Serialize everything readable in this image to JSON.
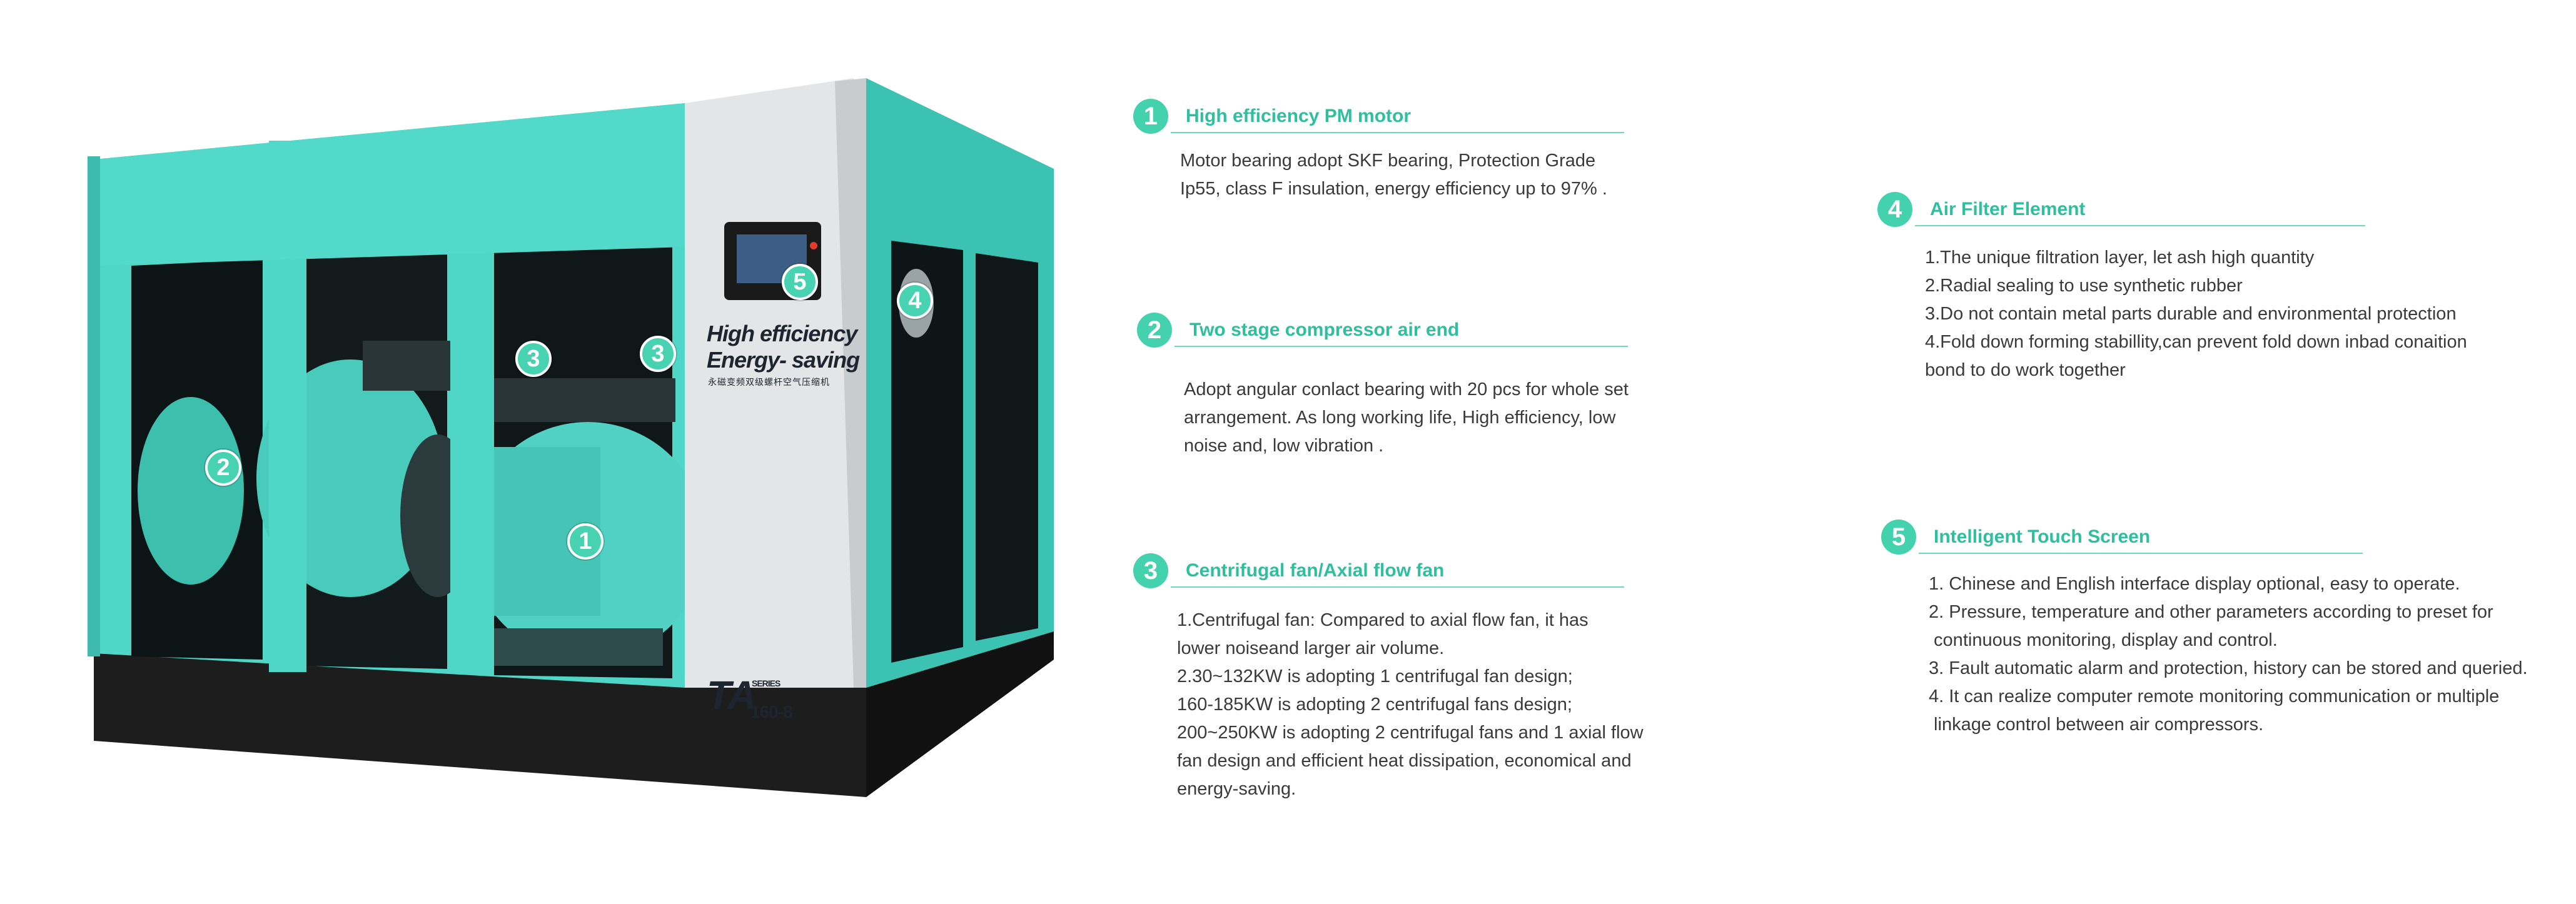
{
  "product": {
    "panel_line1": "High efficiency",
    "panel_line2": "Energy- saving",
    "panel_cn": "永磁变频双级螺杆空气压缩机",
    "series_label": "SERIES",
    "model_prefix": "TA",
    "model_number": "160-8",
    "markers": [
      "1",
      "2",
      "3",
      "3",
      "4",
      "5"
    ],
    "colors": {
      "cabinet": "#47d3c2",
      "cabinet_dark": "#2fa89a",
      "panel": "#e2e4e6",
      "base": "#1b1b1b",
      "accent": "#44d1ae"
    }
  },
  "features": [
    {
      "number": "1",
      "title": "High efficiency PM motor",
      "lines": [
        "Motor bearing adopt SKF bearing, Protection Grade",
        "Ip55, class F insulation, energy efficiency up to 97% ."
      ]
    },
    {
      "number": "2",
      "title": "Two stage compressor air end",
      "lines": [
        "Adopt angular conlact bearing with 20 pcs for whole set",
        "arrangement. As long working life, High efficiency, low",
        "noise and, low vibration ."
      ]
    },
    {
      "number": "3",
      "title": "Centrifugal fan/Axial flow fan",
      "lines": [
        "1.Centrifugal fan: Compared to axial flow fan, it has",
        "lower noiseand larger air volume.",
        "2.30~132KW is adopting 1 centrifugal fan design;",
        "160-185KW is adopting 2 centrifugal fans design;",
        "200~250KW is adopting 2 centrifugal fans and 1 axial flow",
        "fan design and efficient heat dissipation, economical and",
        "energy-saving."
      ]
    },
    {
      "number": "4",
      "title": "Air Filter Element",
      "lines": [
        "1.The unique filtration layer, let ash high quantity",
        "2.Radial sealing to use synthetic rubber",
        "3.Do not contain metal parts durable and environmental protection",
        "4.Fold down forming stabillity,can prevent fold down inbad conaition",
        "bond to do work together"
      ]
    },
    {
      "number": "5",
      "title": "Intelligent Touch Screen",
      "lines": [
        "1. Chinese and English interface display optional, easy to operate.",
        "2. Pressure, temperature and other parameters according to preset for",
        " continuous monitoring, display and control.",
        "3. Fault automatic alarm and protection, history can be stored and queried.",
        "4. It can realize computer remote monitoring communication or multiple",
        " linkage control between air compressors."
      ]
    }
  ]
}
